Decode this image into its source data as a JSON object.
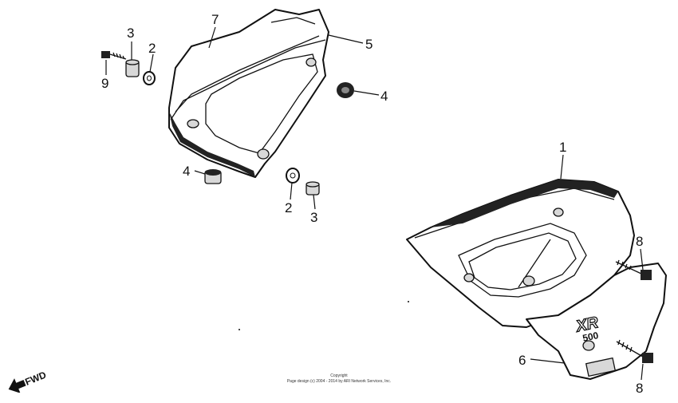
{
  "diagram": {
    "callouts": [
      {
        "id": "c7",
        "label": "7"
      },
      {
        "id": "c5",
        "label": "5"
      },
      {
        "id": "c3a",
        "label": "3"
      },
      {
        "id": "c2a",
        "label": "2"
      },
      {
        "id": "c9",
        "label": "9"
      },
      {
        "id": "c4a",
        "label": "4"
      },
      {
        "id": "c4b",
        "label": "4"
      },
      {
        "id": "c2b",
        "label": "2"
      },
      {
        "id": "c3b",
        "label": "3"
      },
      {
        "id": "c1",
        "label": "1"
      },
      {
        "id": "c8a",
        "label": "8"
      },
      {
        "id": "c6",
        "label": "6"
      },
      {
        "id": "c8b",
        "label": "8"
      }
    ],
    "emblem": {
      "line1": "XR",
      "line2": "500"
    },
    "fwd_label": "FWD",
    "copyright": {
      "line1": "Copyright",
      "line2": "Page design (c) 2004 - 2014 by ARI Network Services, Inc."
    }
  }
}
